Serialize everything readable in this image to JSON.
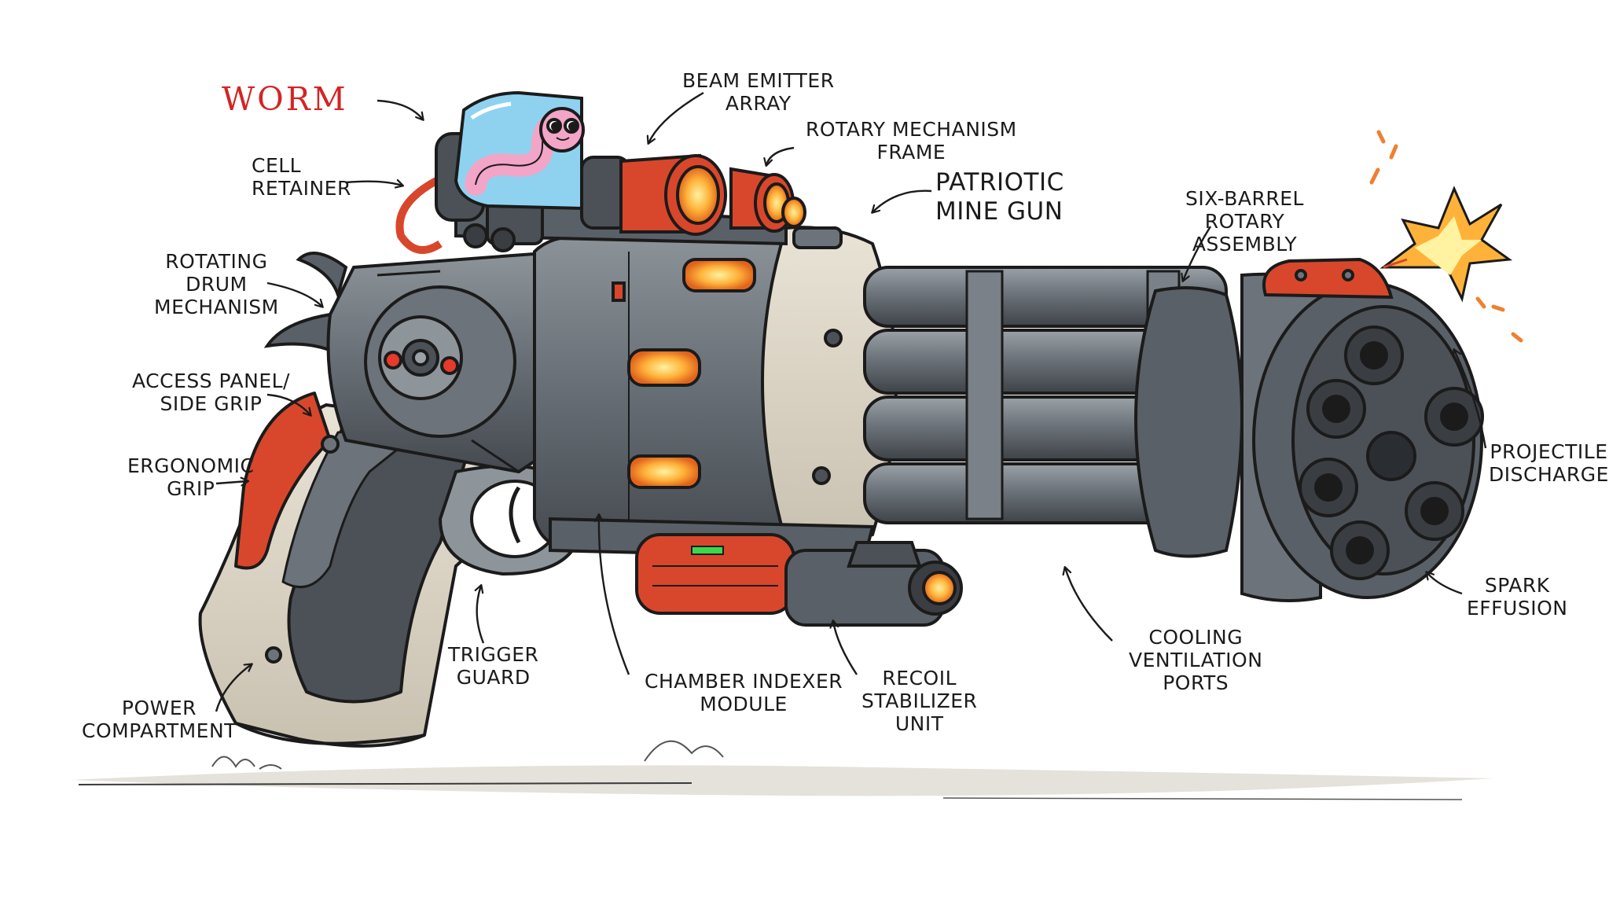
{
  "colors": {
    "metal_dark": "#4c5157",
    "metal_mid": "#6c737a",
    "metal_light": "#9aa1a7",
    "bone": "#ddd6c8",
    "accent_red": "#d8472b",
    "glow_orange": "#ff9a2e",
    "glass_blue": "#8fd2f0",
    "worm_pink": "#f2a5c6",
    "ink": "#1b1b1b",
    "worm_label": "#d42424"
  },
  "labels": {
    "worm": "WORM",
    "beam_emitter": [
      "BEAM EMITTER",
      "ARRAY"
    ],
    "rotary_frame": [
      "ROTARY MECHANISM",
      "FRAME"
    ],
    "patriotic": [
      "PATRIOTIC",
      "MINE GUN"
    ],
    "six_barrel": [
      "SIX-BARREL",
      "ROTARY",
      "ASSEMBLY"
    ],
    "cell_retainer": [
      "CELL",
      "RETAINER"
    ],
    "rotating_drum": [
      "ROTATING",
      "DRUM",
      "MECHANISM"
    ],
    "access_panel": [
      "ACCESS PANEL/",
      "SIDE GRIP"
    ],
    "ergonomic_grip": [
      "ERGONOMIC",
      "GRIP"
    ],
    "power_compartment": [
      "POWER",
      "COMPARTMENT"
    ],
    "trigger_guard": [
      "TRIGGER",
      "GUARD"
    ],
    "chamber_indexer": [
      "CHAMBER INDEXER",
      "MODULE"
    ],
    "recoil": [
      "RECOIL",
      "STABILIZER",
      "UNIT"
    ],
    "cooling": [
      "COOLING",
      "VENTILATION",
      "PORTS"
    ],
    "projectile": [
      "PROJECTILE",
      "DISCHARGE"
    ],
    "spark": [
      "SPARK",
      "EFFUSION"
    ]
  }
}
